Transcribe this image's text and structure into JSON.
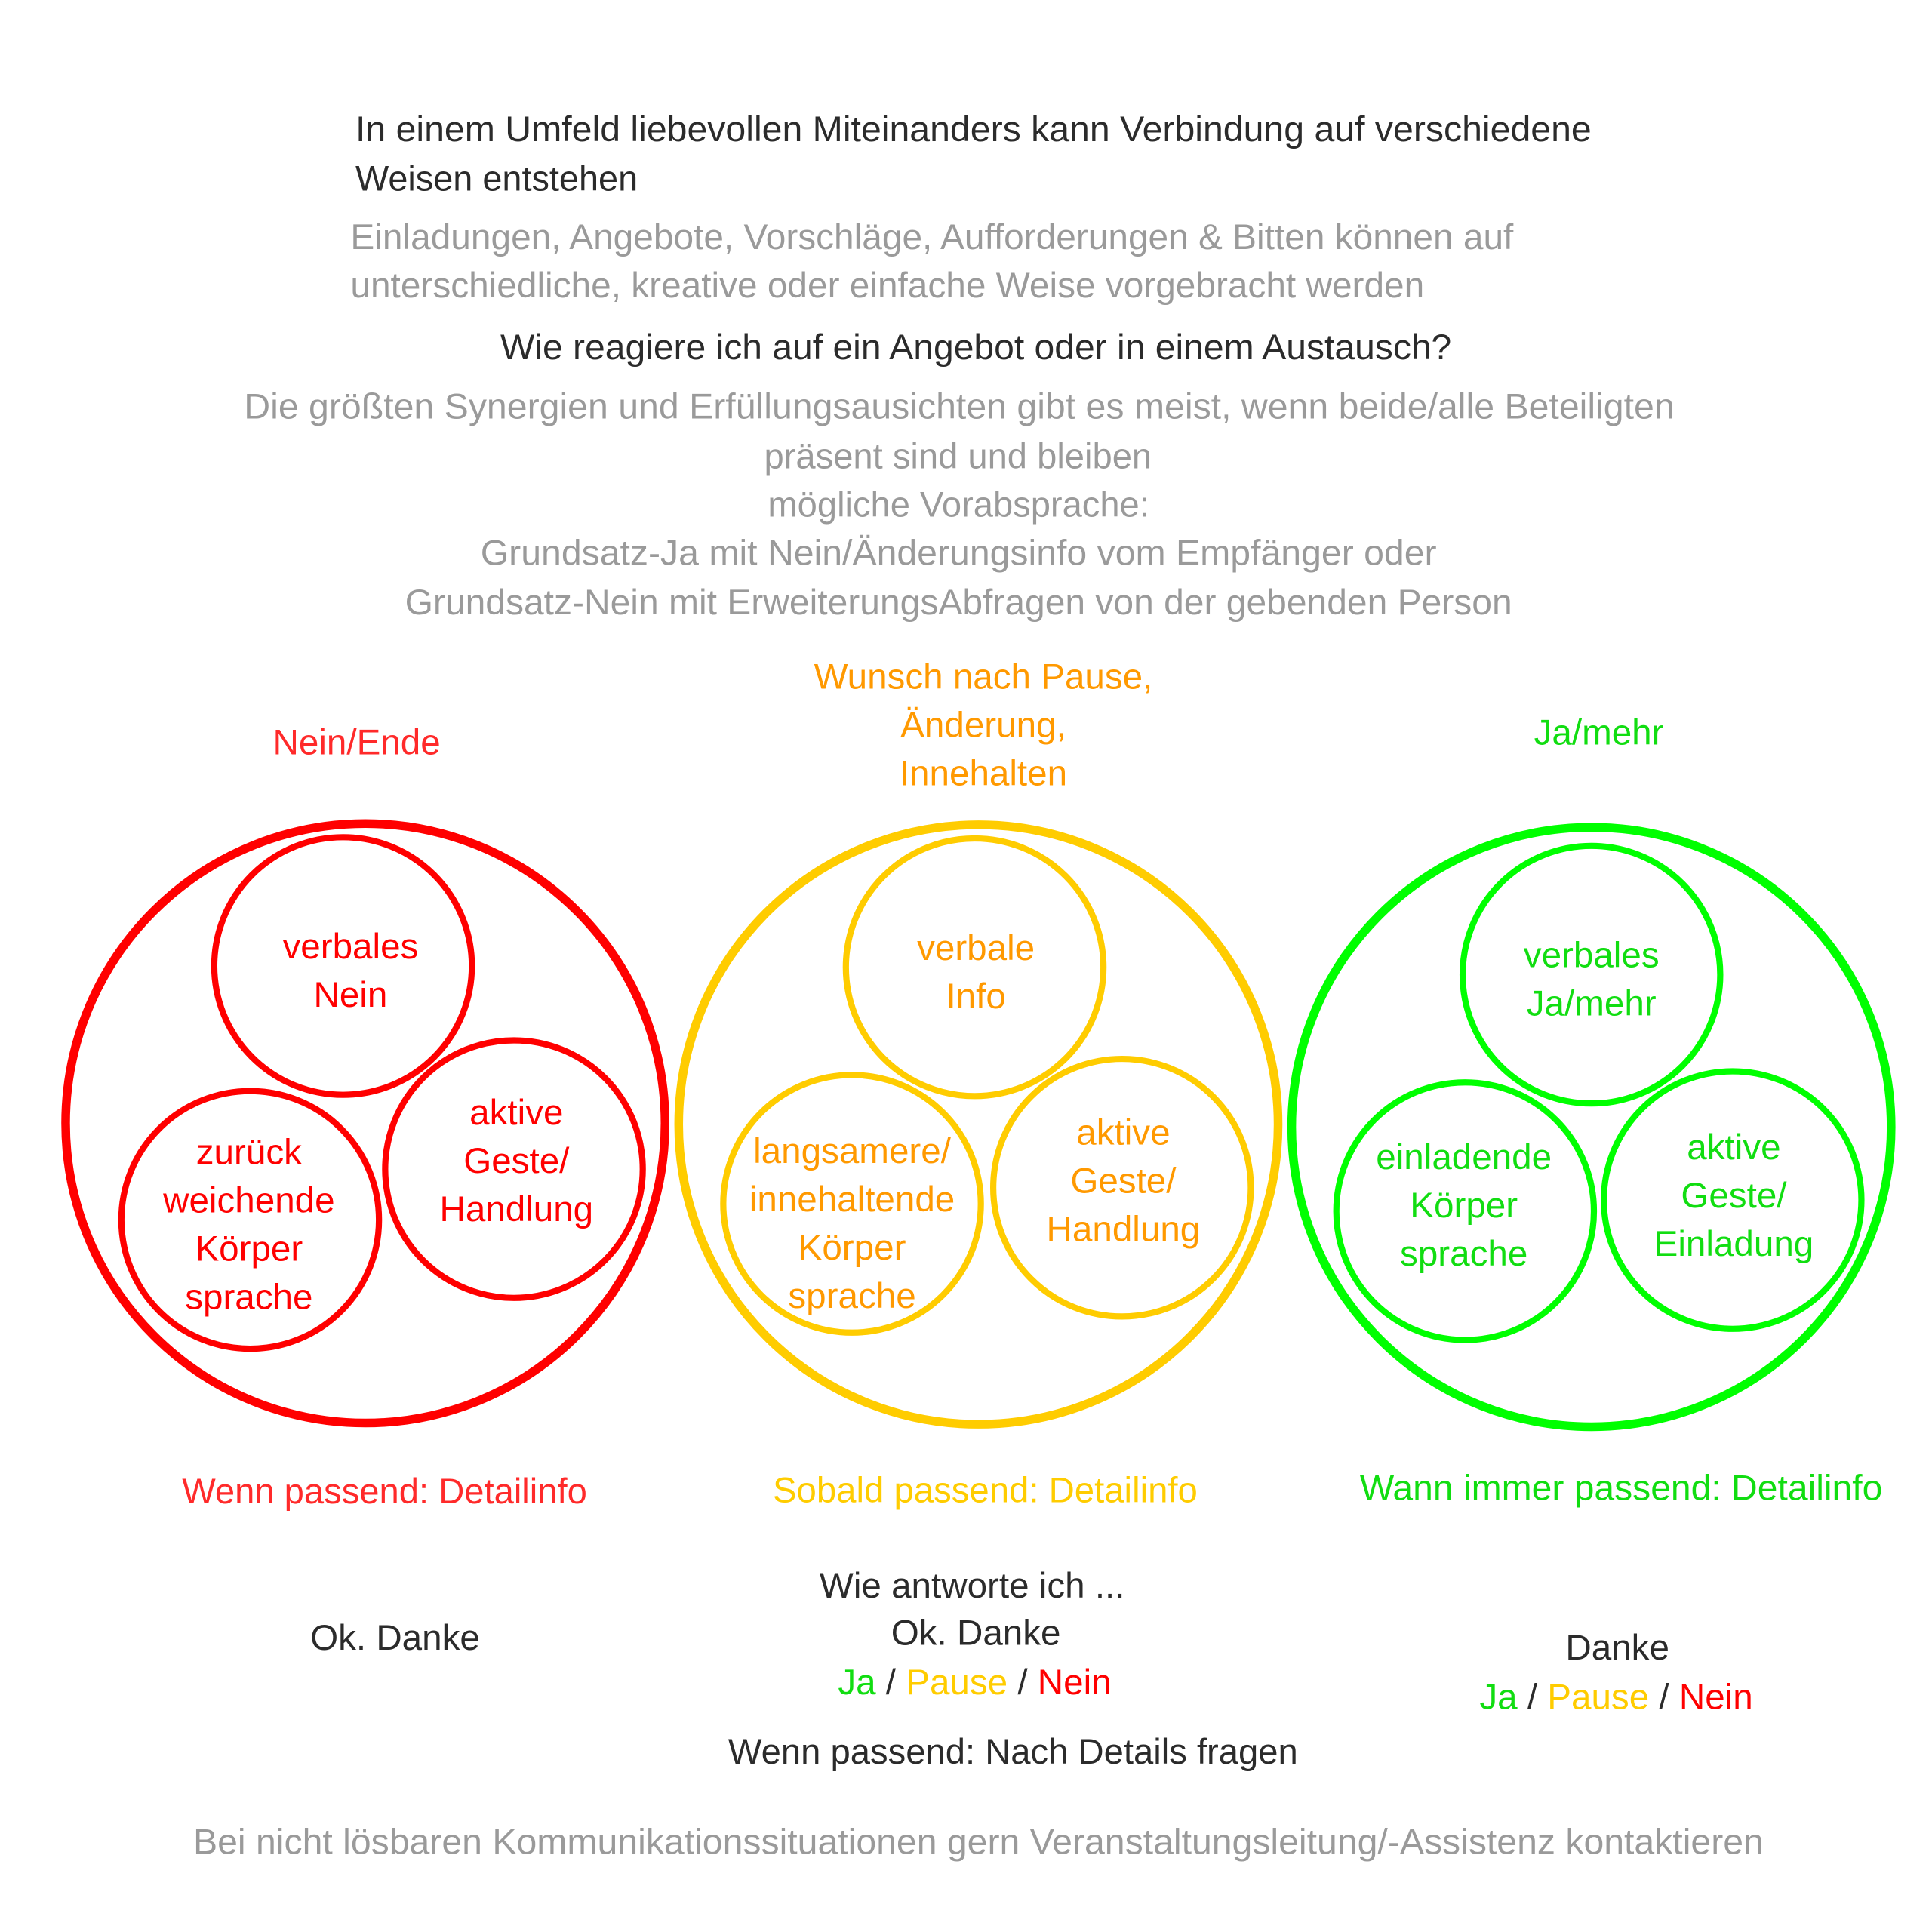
{
  "intro": {
    "line1": "In einem Umfeld liebevollen Miteinanders kann Verbindung auf verschiedene",
    "line2": "Weisen entstehen",
    "sub1": "Einladungen, Angebote, Vorschläge, Aufforderungen & Bitten können auf",
    "sub2": "unterschiedliche, kreative oder einfache Weise vorgebracht werden",
    "question": "Wie reagiere ich auf ein Angebot oder in einem Austausch?",
    "notes": [
      "Die größten Synergien und Erfüllungsausichten gibt es meist, wenn beide/alle Beteiligten",
      "präsent sind und bleiben",
      "mögliche Vorabsprache:",
      "Grundsatz-Ja mit Nein/Änderungsinfo vom Empfänger oder",
      "Grundsatz-Nein mit ErweiterungsAbfragen von der gebenden Person"
    ]
  },
  "colors": {
    "red": "#ff0000",
    "red_text": "#ff2a2a",
    "yellow": "#ffcc00",
    "orange": "#ff9900",
    "green": "#00ff00",
    "green_text": "#11dd11",
    "dark": "#2b2b2b",
    "grey": "#9a9a9a"
  },
  "groups": {
    "no": {
      "title": "Nein/Ende",
      "circles": [
        [
          "verbales",
          "Nein"
        ],
        [
          "zurück",
          "weichende",
          "Körper",
          "sprache"
        ],
        [
          "aktive",
          "Geste/",
          "Handlung"
        ]
      ],
      "detail": "Wenn passend: Detailinfo",
      "answer": "Ok. Danke"
    },
    "pause": {
      "title": [
        "Wunsch nach Pause,",
        "Änderung,",
        "Innehalten"
      ],
      "circles": [
        [
          "verbale",
          "Info"
        ],
        [
          "langsamere/",
          "innehaltende",
          "Körper",
          "sprache"
        ],
        [
          "aktive",
          "Geste/",
          "Handlung"
        ]
      ],
      "detail": "Sobald passend: Detailinfo",
      "answer": "Ok. Danke"
    },
    "yes": {
      "title": "Ja/mehr",
      "circles": [
        [
          "verbales",
          "Ja/mehr"
        ],
        [
          "einladende",
          "Körper",
          "sprache"
        ],
        [
          "aktive",
          "Geste/",
          "Einladung"
        ]
      ],
      "detail": "Wann immer passend: Detailinfo",
      "answer": "Danke"
    }
  },
  "response": {
    "heading": "Wie antworte ich ...",
    "options": {
      "ja": "Ja",
      "pause": "Pause",
      "nein": "Nein",
      "sep": " / "
    },
    "details": "Wenn passend: Nach Details fragen"
  },
  "footer": "Bei nicht lösbaren Kommunikationssituationen gern Veranstaltungsleitung/-Assistenz kontaktieren"
}
